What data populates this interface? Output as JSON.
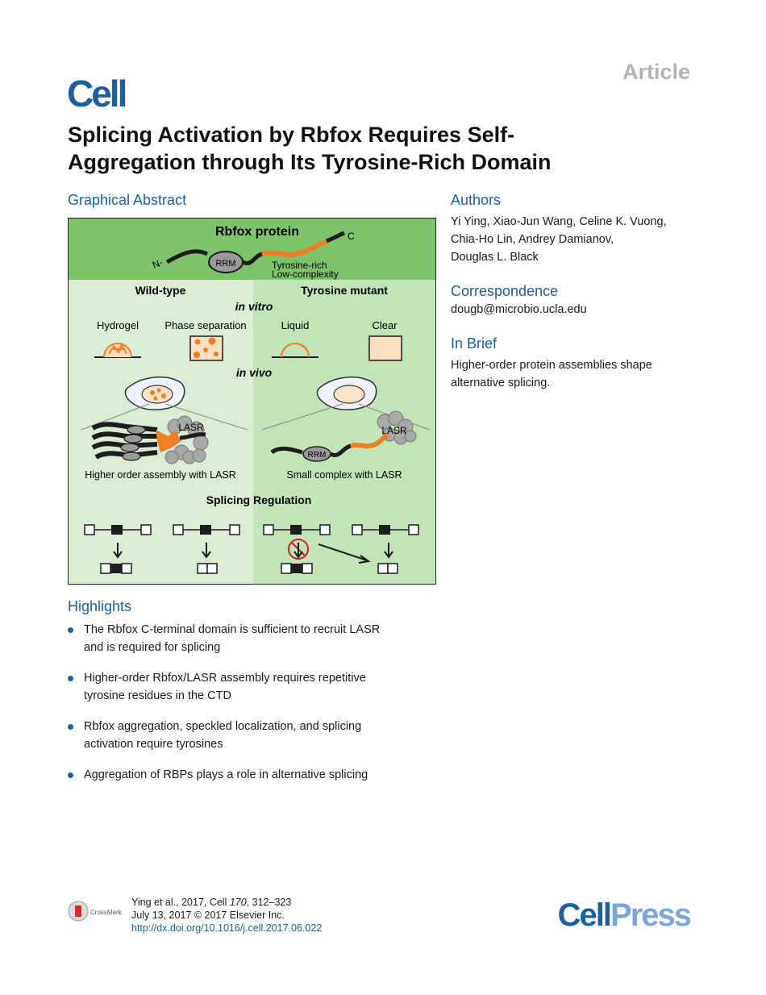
{
  "header": {
    "article_tag": "Article",
    "journal_logo": "Cell"
  },
  "title": "Splicing Activation by Rbfox Requires Self-Aggregation through Its Tyrosine-Rich Domain",
  "graphical_abstract": {
    "heading": "Graphical Abstract",
    "protein_title": "Rbfox protein",
    "n_label": "N-",
    "c_label": "C",
    "rrm_label": "RRM",
    "domain_label_1": "Tyrosine-rich",
    "domain_label_2": "Low-complexity",
    "wildtype_label": "Wild-type",
    "mutant_label": "Tyrosine mutant",
    "in_vitro_label": "in vitro",
    "hydrogel_label": "Hydrogel",
    "phase_label": "Phase separation",
    "liquid_label": "Liquid",
    "clear_label": "Clear",
    "in_vivo_label": "in vivo",
    "lasr_label": "LASR",
    "higher_order_label": "Higher order assembly with LASR",
    "small_complex_label": "Small complex with LASR",
    "splicing_label": "Splicing Regulation",
    "colors": {
      "top_green": "#7cc36a",
      "left_bg": "#dbecd5",
      "right_bg": "#c3e3b8",
      "orange": "#f07e26",
      "dark": "#1d1d1d"
    }
  },
  "authors": {
    "heading": "Authors",
    "line1": "Yi Ying, Xiao-Jun Wang, Celine K. Vuong,",
    "line2": "Chia-Ho Lin, Andrey Damianov,",
    "line3": "Douglas L. Black"
  },
  "correspondence": {
    "heading": "Correspondence",
    "email": "dougb@microbio.ucla.edu"
  },
  "in_brief": {
    "heading": "In Brief",
    "line1": "Higher-order protein assemblies shape",
    "line2": "alternative splicing."
  },
  "highlights": {
    "heading": "Highlights",
    "items": [
      {
        "line1": "The Rbfox C-terminal domain is sufficient to recruit LASR",
        "line2": "and is required for splicing"
      },
      {
        "line1": "Higher-order Rbfox/LASR assembly requires repetitive",
        "line2": "tyrosine residues in the CTD"
      },
      {
        "line1": "Rbfox aggregation, speckled localization, and splicing",
        "line2": "activation require tyrosines"
      },
      {
        "line1": "Aggregation of RBPs plays a role in alternative splicing",
        "line2": ""
      }
    ]
  },
  "footer": {
    "crossmark": "CrossMark",
    "citation_prefix": "Ying et al., 2017, Cell ",
    "volume": "170",
    "pages": ", 312–323",
    "date_line": "July 13, 2017 © 2017 Elsevier Inc.",
    "doi": "http://dx.doi.org/10.1016/j.cell.2017.06.022",
    "publisher_part1": "Cell",
    "publisher_part2": "Press"
  }
}
